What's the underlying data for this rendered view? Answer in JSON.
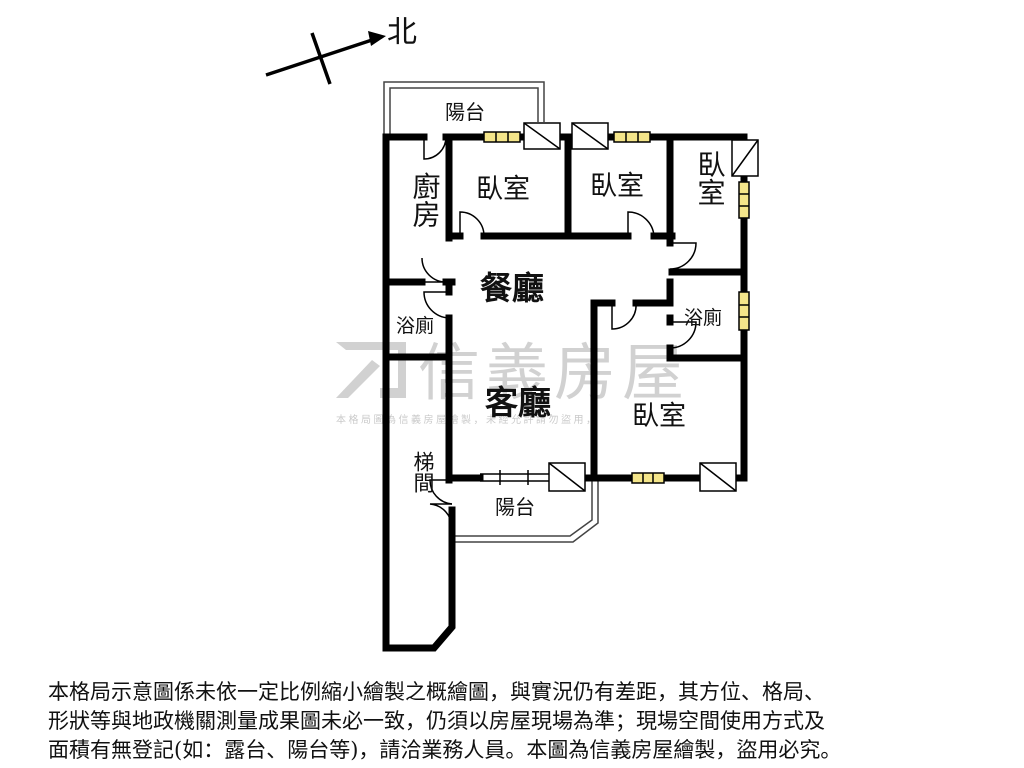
{
  "compass": {
    "north_label": "北"
  },
  "rooms": {
    "balcony_top": "陽台",
    "kitchen": "廚房",
    "bedroom_1": "臥室",
    "bedroom_2": "臥室",
    "bedroom_3": "臥室",
    "dining_room": "餐廳",
    "bathroom_left": "浴廁",
    "bathroom_right": "浴廁",
    "living_room": "客廳",
    "bedroom_4": "臥室",
    "stairwell": "梯間",
    "balcony_bottom": "陽台"
  },
  "watermark": {
    "brand": "信義房屋",
    "notice": "本格局圖為信義房屋繪製，未經允許請勿盜用，"
  },
  "disclaimer": {
    "line_1": "本格局示意圖係未依一定比例縮小繪製之概繪圖，與實況仍有差距，其方位、格局、",
    "line_2": "形狀等與地政機關測量成果圖未必一致，仍須以房屋現場為準；現場空間使用方式及",
    "line_3": "面積有無登記(如：露台、陽台等)，請洽業務人員。本圖為信義房屋繪製，盜用必究。"
  }
}
